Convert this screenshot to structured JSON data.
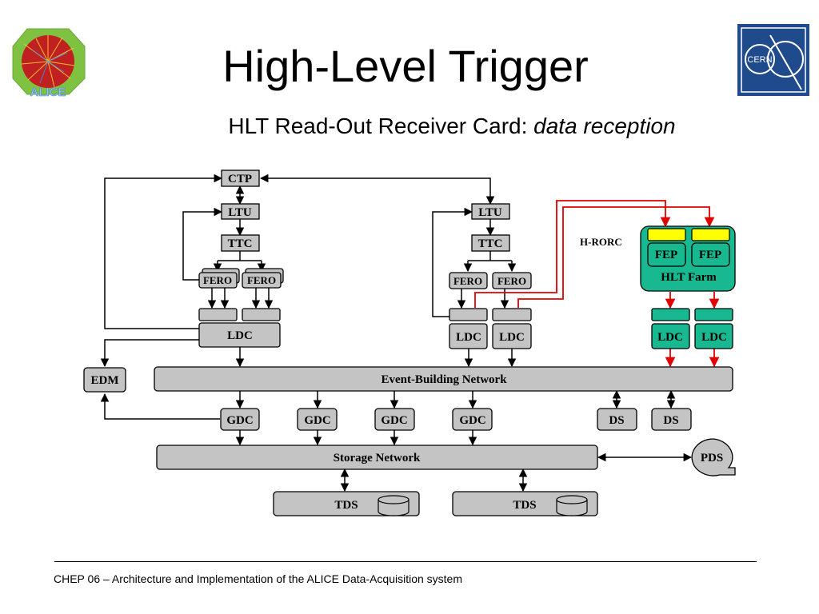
{
  "slide": {
    "title": "High-Level Trigger",
    "subtitle_main": "HLT Read-Out Receiver Card: ",
    "subtitle_emphasis": "data reception",
    "footer": "CHEP 06 – Architecture and Implementation of the ALICE Data-Acquisition system"
  },
  "logos": {
    "alice_text": "ALICE",
    "cern_text": "CERN"
  },
  "diagram": {
    "ctp": "CTP",
    "ltu": "LTU",
    "ttc": "TTC",
    "fero": "FERO",
    "ldc": "LDC",
    "edm": "EDM",
    "ebn": "Event-Building Network",
    "gdc": "GDC",
    "ds": "DS",
    "storage": "Storage Network",
    "pds": "PDS",
    "tds": "TDS",
    "hrorc": "H-RORC",
    "fep": "FEP",
    "hlt_farm": "HLT Farm"
  },
  "colors": {
    "box_gray": "#c4c4c4",
    "hlt_green": "#18b890",
    "rorc_yellow": "#ffff00",
    "hlt_arrow_red": "#e00000",
    "cern_blue": "#1f4a8c"
  }
}
